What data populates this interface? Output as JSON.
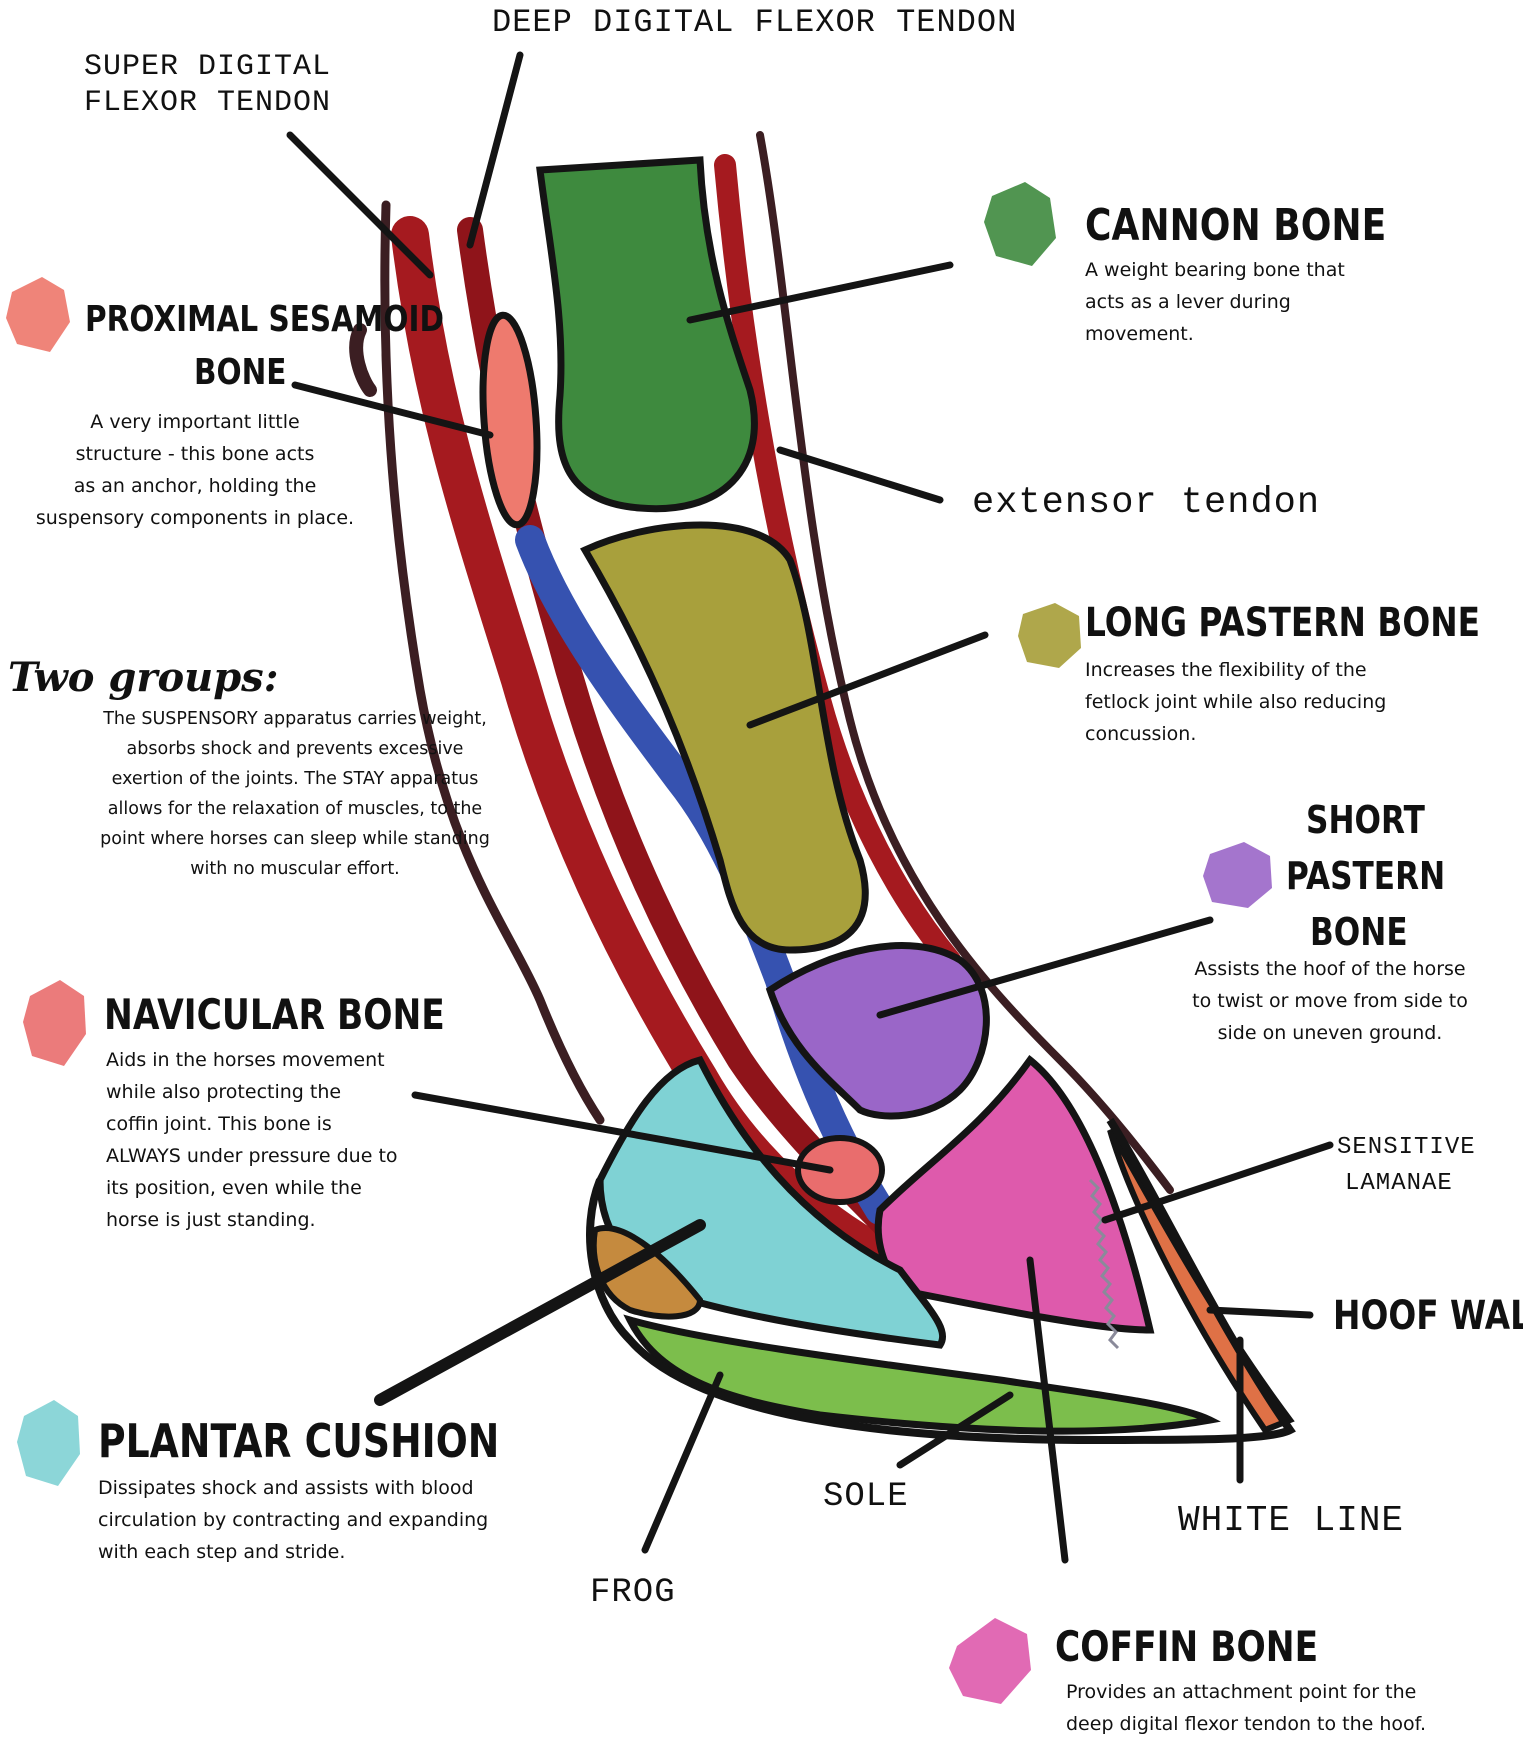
{
  "colors": {
    "cannon": "#3e8a3e",
    "sesamoid": "#ee7a6e",
    "long_pastern": "#a8a03c",
    "short_pastern": "#9a66c8",
    "navicular": "#e96d6d",
    "plantar": "#7fd2d4",
    "coffin": "#de5aac",
    "tendon_red": "#a51a1f",
    "ligament_blue": "#3652b0",
    "hoof_wall": "#df7146",
    "frog_brown": "#c58a3e",
    "sole_green": "#7cbe4c",
    "outline": "#141414"
  },
  "labels": {
    "ddft": "DEEP DIGITAL FLEXOR TENDON",
    "sdft_line1": "SUPER DIGITAL",
    "sdft_line2": "FLEXOR TENDON",
    "extensor": "extensor tendon",
    "sensitive_line1": "SENSITIVE",
    "sensitive_line2": "LAMANAE",
    "sole": "SOLE",
    "frog": "FROG",
    "white_line": "WHITE LINE",
    "hoof_wall": "HOOF WALL"
  },
  "parts": {
    "cannon": {
      "title": "CANNON BONE",
      "desc": [
        "A weight bearing bone that",
        "acts as a lever during",
        "movement."
      ]
    },
    "sesamoid": {
      "title1": "PROXIMAL SESAMOID",
      "title2": "BONE",
      "desc": [
        "A very important little",
        "structure - this bone acts",
        "as an anchor, holding the",
        "suspensory components in place."
      ]
    },
    "long_pastern": {
      "title": "LONG PASTERN BONE",
      "desc": [
        "Increases the flexibility of the",
        "fetlock joint while also reducing",
        "concussion."
      ]
    },
    "short_pastern": {
      "title1": "SHORT",
      "title2": "PASTERN",
      "title3": "BONE",
      "desc": [
        "Assists the hoof of the horse",
        "to twist or move from side to",
        "side on uneven ground."
      ]
    },
    "navicular": {
      "title": "NAVICULAR BONE",
      "desc": [
        "Aids in the horses movement",
        "while also protecting the",
        "coffin joint. This bone is",
        "ALWAYS under pressure due to",
        "its position, even while the",
        "horse is just standing."
      ]
    },
    "plantar": {
      "title": "PLANTAR CUSHION",
      "desc": [
        "Dissipates shock and assists with blood",
        "circulation by contracting and expanding",
        "with each step and stride."
      ]
    },
    "coffin": {
      "title": "COFFIN BONE",
      "desc": [
        "Provides an attachment point for the",
        "deep digital flexor tendon to the hoof."
      ]
    }
  },
  "groups": {
    "title": "Two groups:",
    "desc": [
      "The SUSPENSORY apparatus carries weight,",
      "absorbs shock and prevents excessive",
      "exertion of the joints.  The STAY apparatus",
      "allows for the relaxation of muscles, to the",
      "point where horses can sleep while standing",
      "with no muscular effort."
    ]
  }
}
